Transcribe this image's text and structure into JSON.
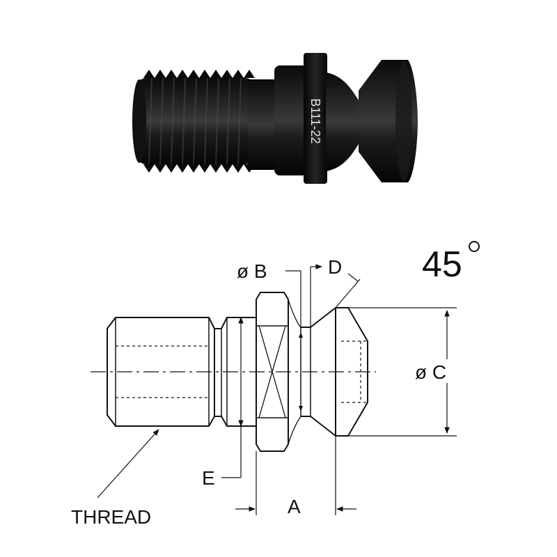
{
  "photo": {
    "part_marking": "B111-22"
  },
  "drawing": {
    "angle_value": "45",
    "angle_unit_symbol": "°",
    "dim_b": "ø B",
    "dim_c": "ø C",
    "dim_d": "D",
    "dim_e": "E",
    "dim_a": "A",
    "thread_label": "THREAD"
  }
}
